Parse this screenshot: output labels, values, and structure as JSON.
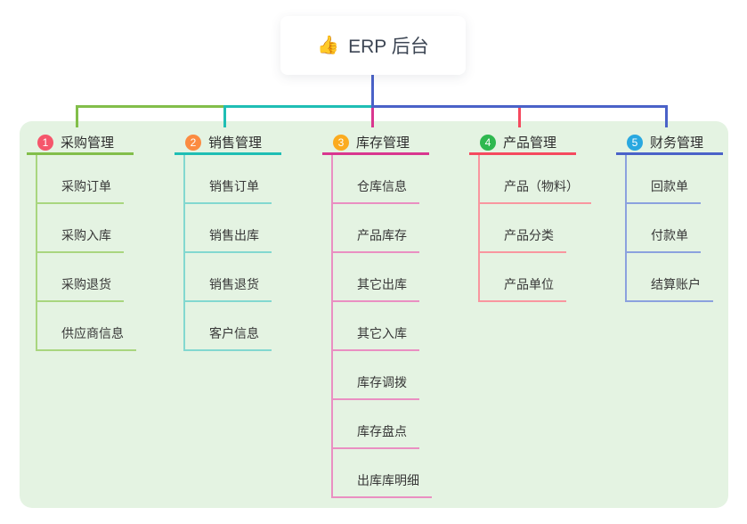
{
  "root": {
    "label": "ERP 后台",
    "icon": "thumbs-up",
    "icon_glyph": "👍",
    "line_color": "#4a62c8"
  },
  "panel_color": "#e4f3e2",
  "branches": [
    {
      "number": "1",
      "name": "采购管理",
      "badge_color": "#f5566b",
      "line_color": "#82be4a",
      "child_line_color": "#a9d67f",
      "children": [
        "采购订单",
        "采购入库",
        "采购退货",
        "供应商信息"
      ]
    },
    {
      "number": "2",
      "name": "销售管理",
      "badge_color": "#fb8b41",
      "line_color": "#1fbeb4",
      "child_line_color": "#82d8d0",
      "children": [
        "销售订单",
        "销售出库",
        "销售退货",
        "客户信息"
      ]
    },
    {
      "number": "3",
      "name": "库存管理",
      "badge_color": "#fbab1f",
      "line_color": "#d9368f",
      "child_line_color": "#ea8fc2",
      "children": [
        "仓库信息",
        "产品库存",
        "其它出库",
        "其它入库",
        "库存调拨",
        "库存盘点",
        "出库库明细"
      ]
    },
    {
      "number": "4",
      "name": "产品管理",
      "badge_color": "#2eb84f",
      "line_color": "#f5495e",
      "child_line_color": "#f9969f",
      "children": [
        "产品（物料）",
        "产品分类",
        "产品单位"
      ]
    },
    {
      "number": "5",
      "name": "财务管理",
      "badge_color": "#29a8e0",
      "line_color": "#4a62c8",
      "child_line_color": "#8ba1de",
      "children": [
        "回款单",
        "付款单",
        "结算账户"
      ]
    }
  ]
}
